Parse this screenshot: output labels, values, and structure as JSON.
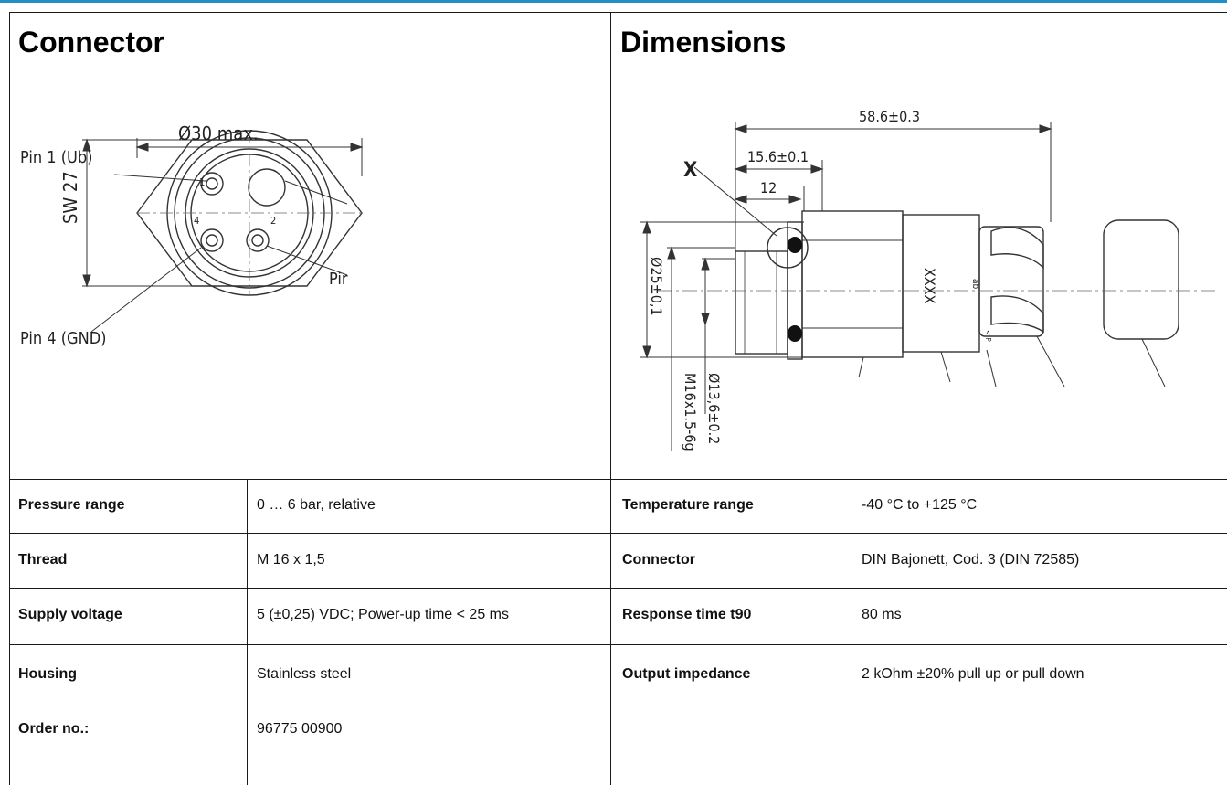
{
  "panels": {
    "connector": {
      "title": "Connector",
      "drawing": {
        "diameter": "Ø30 max.",
        "pin1": "Pin 1 (Ub)",
        "pin4": "Pin 4 (GND)",
        "across_flats": "SW 27",
        "pin_cut": "Pir",
        "pin_marks": [
          "1",
          "4",
          "2"
        ]
      }
    },
    "dimensions": {
      "title": "Dimensions",
      "drawing": {
        "overall_length": "58.6±0.3",
        "length_2": "15.6±0.1",
        "length_3": "12",
        "detail_mark": "X",
        "dia_body": "Ø25±0,1",
        "dia_bore": "Ø13,6±0.2",
        "thread": "M16x1.5-6g",
        "marking": "XXXX",
        "logo_text": "ab",
        "small_mark": "< P"
      }
    }
  },
  "specs": [
    {
      "label": "Pressure range",
      "value": "0 … 6 bar, relative",
      "label2": "Temperature range",
      "value2": "-40 °C to +125 °C"
    },
    {
      "label": "Thread",
      "value": "M 16 x 1,5",
      "label2": "Connector",
      "value2": "DIN Bajonett, Cod. 3 (DIN 72585)"
    },
    {
      "label": "Supply voltage",
      "value": "5 (±0,25) VDC; Power-up time < 25 ms",
      "label2": "Response time t90",
      "value2": "80 ms"
    },
    {
      "label": "Housing",
      "value": "Stainless steel",
      "label2": "Output impedance",
      "value2": "2 kOhm ±20% pull up or pull down"
    },
    {
      "label": "Order no.:",
      "value": "96775 00900",
      "label2": "",
      "value2": ""
    }
  ]
}
